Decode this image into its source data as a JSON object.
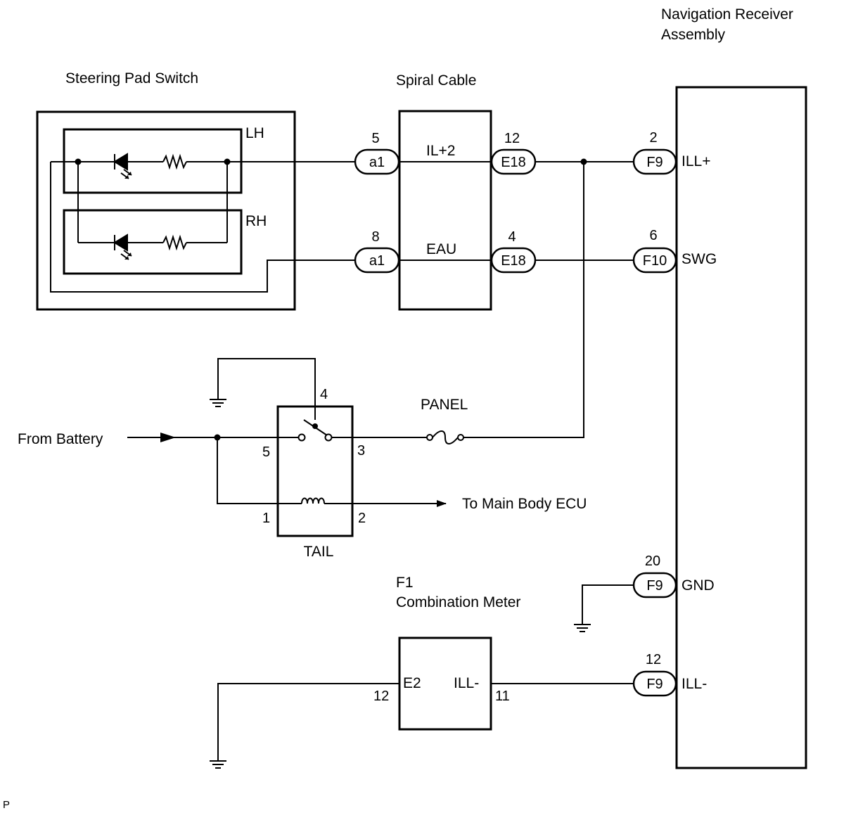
{
  "components": {
    "nav_receiver": {
      "title_line1": "Navigation Receiver",
      "title_line2": "Assembly"
    },
    "steering_pad": {
      "title": "Steering Pad Switch",
      "lh": "LH",
      "rh": "RH"
    },
    "spiral_cable": {
      "title": "Spiral Cable",
      "sig_top": "IL+2",
      "sig_bottom": "EAU"
    },
    "tail_relay": {
      "label": "TAIL",
      "pin_4": "4",
      "pin_5": "5",
      "pin_3": "3",
      "pin_1": "1",
      "pin_2": "2"
    },
    "panel_fuse": {
      "label": "PANEL"
    },
    "from_battery": "From Battery",
    "to_main_body": "To Main Body ECU",
    "combination_meter": {
      "id": "F1",
      "title": "Combination Meter",
      "terminal_e2": "E2",
      "terminal_ill": "ILL-",
      "pin_e2": "12",
      "pin_ill": "11"
    }
  },
  "connectors": {
    "a1_top": {
      "code": "a1",
      "pin": "5"
    },
    "a1_bottom": {
      "code": "a1",
      "pin": "8"
    },
    "e18_top": {
      "code": "E18",
      "pin": "12"
    },
    "e18_bottom": {
      "code": "E18",
      "pin": "4"
    },
    "f9_ill_plus": {
      "code": "F9",
      "pin": "2",
      "terminal": "ILL+"
    },
    "f10_swg": {
      "code": "F10",
      "pin": "6",
      "terminal": "SWG"
    },
    "f9_gnd": {
      "code": "F9",
      "pin": "20",
      "terminal": "GND"
    },
    "f9_ill_minus": {
      "code": "F9",
      "pin": "12",
      "terminal": "ILL-"
    }
  },
  "footer_mark": "P"
}
